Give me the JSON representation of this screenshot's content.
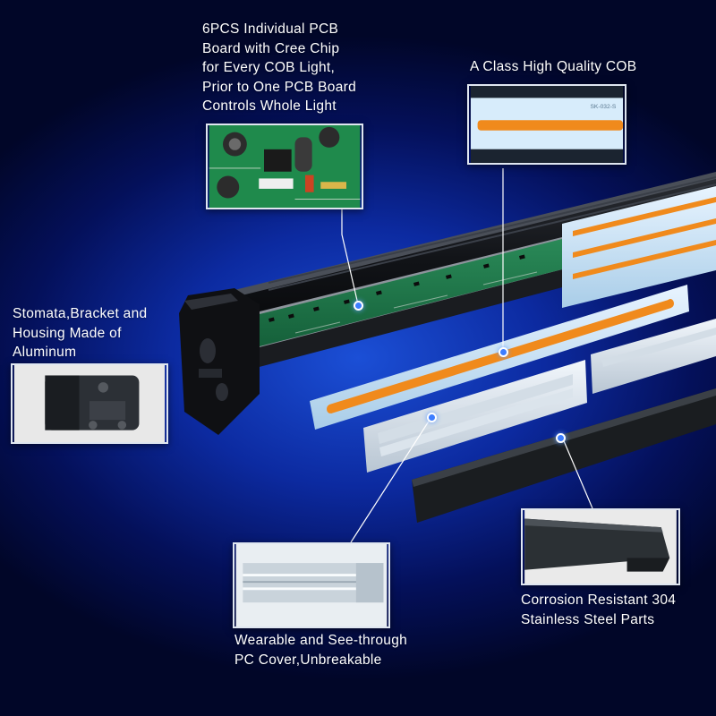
{
  "labels": {
    "pcb": "6PCS Individual PCB\nBoard with Cree Chip\nfor Every COB Light,\nPrior to One PCB Board\nControls Whole Light",
    "cob": "A Class High Quality COB",
    "housing": "Stomata,Bracket and\nHousing  Made of\nAluminum",
    "steel": "Corrosion Resistant 304\nStainless Steel Parts",
    "cover": "Wearable and See-through\nPC Cover,Unbreakable"
  },
  "inset_text": {
    "cob_strip_code": "SK-032-S"
  },
  "colors": {
    "background": "#0c2aa0",
    "cob_orange": "#f08a1c",
    "pcb_green": "#1f7a4a",
    "callout_line": "#ffffff",
    "callout_dot": "#3d7dff"
  },
  "icons": {
    "callout_marker": "blue-dot"
  }
}
